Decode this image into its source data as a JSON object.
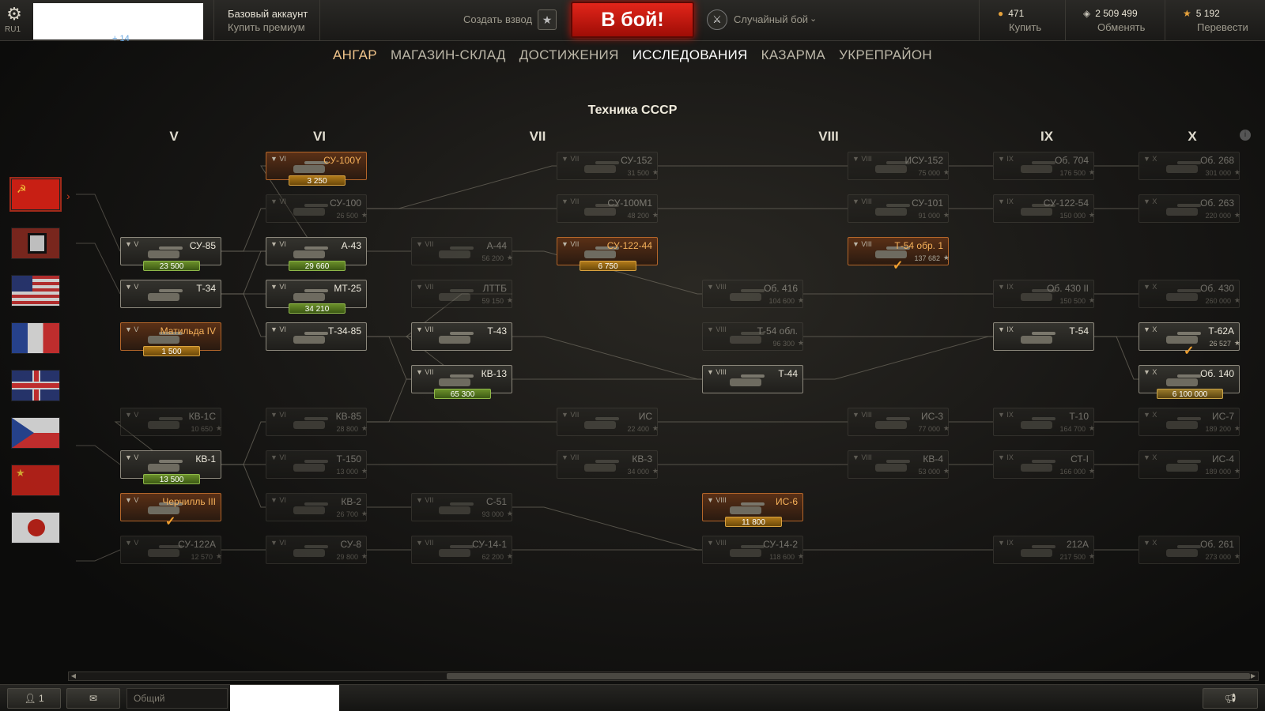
{
  "topbar": {
    "server": "RU1",
    "account_type": "Базовый аккаунт",
    "buy_premium": "Купить премиум",
    "xp_badge": "+ 14",
    "platoon": "Создать взвод",
    "battle_button": "В бой!",
    "battle_mode": "Случайный бой",
    "currencies": [
      {
        "icon": "gold-icon",
        "value": "471",
        "action": "Купить"
      },
      {
        "icon": "credits-icon",
        "value": "2 509 499",
        "action": "Обменять"
      },
      {
        "icon": "free-xp-icon",
        "value": "5 192",
        "action": "Перевести"
      }
    ]
  },
  "nav": [
    {
      "label": "АНГАР",
      "state": "active"
    },
    {
      "label": "МАГАЗИН-СКЛАД",
      "state": ""
    },
    {
      "label": "ДОСТИЖЕНИЯ",
      "state": ""
    },
    {
      "label": "ИССЛЕДОВАНИЯ",
      "state": "sel"
    },
    {
      "label": "КАЗАРМА",
      "state": ""
    },
    {
      "label": "УКРЕПРАЙОН",
      "state": ""
    }
  ],
  "tree_title": "Техника СССР",
  "tiers": [
    "V",
    "VI",
    "VII",
    "VIII",
    "IX",
    "X"
  ],
  "nations": [
    "ussr-flag",
    "germany-flag",
    "usa-flag",
    "france-flag",
    "uk-flag",
    "czech-flag",
    "china-flag",
    "japan-flag"
  ],
  "nodes": [
    {
      "id": "su100y",
      "tier": "VI",
      "name": "СУ-100Y",
      "price": "",
      "pill": "3 250",
      "pill_type": "gold",
      "state": "prem"
    },
    {
      "id": "su152",
      "tier": "VII",
      "name": "СУ-152",
      "price": "31 500",
      "state": "dim"
    },
    {
      "id": "isu152",
      "tier": "VIII",
      "name": "ИСУ-152",
      "price": "75 000",
      "state": "dim"
    },
    {
      "id": "ob704",
      "tier": "IX",
      "name": "Об. 704",
      "price": "176 500",
      "state": "dim"
    },
    {
      "id": "ob268",
      "tier": "X",
      "name": "Об. 268",
      "price": "301 000",
      "state": "dim"
    },
    {
      "id": "su100",
      "tier": "VI",
      "name": "СУ-100",
      "price": "26 500",
      "state": "dim"
    },
    {
      "id": "su100m1",
      "tier": "VII",
      "name": "СУ-100М1",
      "price": "48 200",
      "state": "dim"
    },
    {
      "id": "su101",
      "tier": "VIII",
      "name": "СУ-101",
      "price": "91 000",
      "state": "dim"
    },
    {
      "id": "su12254",
      "tier": "IX",
      "name": "СУ-122-54",
      "price": "150 000",
      "state": "dim"
    },
    {
      "id": "ob263",
      "tier": "X",
      "name": "Об. 263",
      "price": "220 000",
      "state": "dim"
    },
    {
      "id": "su85",
      "tier": "V",
      "name": "СУ-85",
      "price": "",
      "pill": "23 500",
      "pill_type": "xp",
      "state": "open"
    },
    {
      "id": "a43",
      "tier": "VI",
      "name": "А-43",
      "price": "",
      "pill": "29 660",
      "pill_type": "xp",
      "state": "open"
    },
    {
      "id": "a44",
      "tier": "VII",
      "name": "А-44",
      "price": "56 200",
      "state": "dim"
    },
    {
      "id": "su12244",
      "tier": "VII",
      "name": "СУ-122-44",
      "price": "",
      "pill": "6 750",
      "pill_type": "gold",
      "state": "prem"
    },
    {
      "id": "t54o1",
      "tier": "VIII",
      "name": "Т-54 обр. 1",
      "price": "137 682",
      "state": "prem",
      "check": true
    },
    {
      "id": "t34",
      "tier": "V",
      "name": "Т-34",
      "price": "",
      "state": "open"
    },
    {
      "id": "mt25",
      "tier": "VI",
      "name": "МТ-25",
      "price": "",
      "pill": "34 210",
      "pill_type": "xp",
      "state": "open"
    },
    {
      "id": "ltt",
      "tier": "VII",
      "name": "ЛТТБ",
      "price": "59 150",
      "state": "dim"
    },
    {
      "id": "ob416",
      "tier": "VIII",
      "name": "Об. 416",
      "price": "104 600",
      "state": "dim"
    },
    {
      "id": "ob430ii",
      "tier": "IX",
      "name": "Об. 430 II",
      "price": "150 500",
      "state": "dim"
    },
    {
      "id": "ob430",
      "tier": "X",
      "name": "Об. 430",
      "price": "260 000",
      "state": "dim"
    },
    {
      "id": "matilda",
      "tier": "V",
      "name": "Матильда IV",
      "price": "",
      "pill": "1 500",
      "pill_type": "gold",
      "state": "prem"
    },
    {
      "id": "t3485",
      "tier": "VI",
      "name": "Т-34-85",
      "price": "",
      "state": "open"
    },
    {
      "id": "t43",
      "tier": "VII",
      "name": "Т-43",
      "price": "",
      "state": "open"
    },
    {
      "id": "t54lt",
      "tier": "VIII",
      "name": "Т-54 обл.",
      "price": "96 300",
      "state": "dim"
    },
    {
      "id": "t54",
      "tier": "IX",
      "name": "Т-54",
      "price": "",
      "state": "open"
    },
    {
      "id": "t62a",
      "tier": "X",
      "name": "Т-62А",
      "price": "26 527",
      "state": "open",
      "check": true
    },
    {
      "id": "kv13",
      "tier": "VII",
      "name": "КВ-13",
      "price": "",
      "pill": "65 300",
      "pill_type": "xp",
      "state": "open"
    },
    {
      "id": "t44",
      "tier": "VIII",
      "name": "Т-44",
      "price": "",
      "state": "open"
    },
    {
      "id": "ob140",
      "tier": "X",
      "name": "Об. 140",
      "price": "",
      "pill": "6 100 000",
      "pill_type": "cred",
      "state": "open"
    },
    {
      "id": "kv1s",
      "tier": "V",
      "name": "КВ-1С",
      "price": "10 650",
      "state": "dim"
    },
    {
      "id": "kv85",
      "tier": "VI",
      "name": "КВ-85",
      "price": "28 800",
      "state": "dim"
    },
    {
      "id": "is",
      "tier": "VII",
      "name": "ИС",
      "price": "22 400",
      "state": "dim"
    },
    {
      "id": "is3",
      "tier": "VIII",
      "name": "ИС-3",
      "price": "77 000",
      "state": "dim"
    },
    {
      "id": "t10",
      "tier": "IX",
      "name": "Т-10",
      "price": "164 700",
      "state": "dim"
    },
    {
      "id": "is7",
      "tier": "X",
      "name": "ИС-7",
      "price": "189 200",
      "state": "dim"
    },
    {
      "id": "kv1",
      "tier": "V",
      "name": "КВ-1",
      "price": "",
      "pill": "13 500",
      "pill_type": "xp",
      "state": "open"
    },
    {
      "id": "t150",
      "tier": "VI",
      "name": "Т-150",
      "price": "13 000",
      "state": "dim"
    },
    {
      "id": "kv3",
      "tier": "VII",
      "name": "КВ-3",
      "price": "34 000",
      "state": "dim"
    },
    {
      "id": "kv4",
      "tier": "VIII",
      "name": "КВ-4",
      "price": "53 000",
      "state": "dim"
    },
    {
      "id": "st1",
      "tier": "IX",
      "name": "СТ-I",
      "price": "166 000",
      "state": "dim"
    },
    {
      "id": "is4",
      "tier": "X",
      "name": "ИС-4",
      "price": "189 000",
      "state": "dim"
    },
    {
      "id": "church",
      "tier": "V",
      "name": "Черчилль III",
      "price": "",
      "state": "prem",
      "check": true
    },
    {
      "id": "kv2",
      "tier": "VI",
      "name": "КВ-2",
      "price": "26 700",
      "state": "dim"
    },
    {
      "id": "s51",
      "tier": "VII",
      "name": "С-51",
      "price": "93 000",
      "state": "dim"
    },
    {
      "id": "is6",
      "tier": "VIII",
      "name": "ИС-6",
      "price": "",
      "pill": "11 800",
      "pill_type": "gold",
      "state": "prem"
    },
    {
      "id": "su122a",
      "tier": "V",
      "name": "СУ-122А",
      "price": "12 570",
      "state": "dim"
    },
    {
      "id": "su8",
      "tier": "VI",
      "name": "СУ-8",
      "price": "29 800",
      "state": "dim"
    },
    {
      "id": "su141",
      "tier": "VII",
      "name": "СУ-14-1",
      "price": "62 200",
      "state": "dim"
    },
    {
      "id": "su142",
      "tier": "VIII",
      "name": "СУ-14-2",
      "price": "118 600",
      "state": "dim"
    },
    {
      "id": "212a",
      "tier": "IX",
      "name": "212А",
      "price": "217 500",
      "state": "dim"
    },
    {
      "id": "ob261",
      "tier": "X",
      "name": "Об. 261",
      "price": "273 000",
      "state": "dim"
    }
  ],
  "bottom": {
    "contacts": "1",
    "chat_channel": "Общий"
  }
}
